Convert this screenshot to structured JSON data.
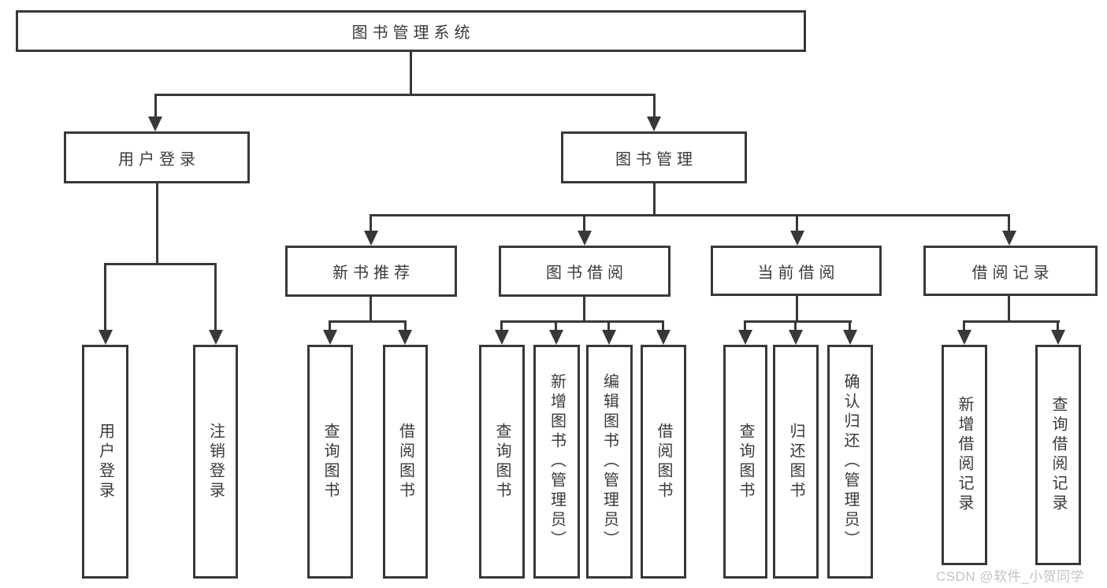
{
  "tree": {
    "root": {
      "label": "图书管理系统",
      "children": [
        {
          "label": "用户登录",
          "children": [
            {
              "label": "用户登录"
            },
            {
              "label": "注销登录"
            }
          ]
        },
        {
          "label": "图书管理",
          "children": [
            {
              "label": "新书推荐",
              "children": [
                {
                  "label": "查询图书"
                },
                {
                  "label": "借阅图书"
                }
              ]
            },
            {
              "label": "图书借阅",
              "children": [
                {
                  "label": "查询图书"
                },
                {
                  "label": "新增图书（管理员）"
                },
                {
                  "label": "编辑图书（管理员）"
                },
                {
                  "label": "借阅图书"
                }
              ]
            },
            {
              "label": "当前借阅",
              "children": [
                {
                  "label": "查询图书"
                },
                {
                  "label": "归还图书"
                },
                {
                  "label": "确认归还（管理员）"
                }
              ]
            },
            {
              "label": "借阅记录",
              "children": [
                {
                  "label": "新增借阅记录"
                },
                {
                  "label": "查询借阅记录"
                }
              ]
            }
          ]
        }
      ]
    }
  },
  "watermark": {
    "text": "CSDN @软件_小贺同学"
  },
  "colors": {
    "line": "#383838",
    "text": "#3a3a3a",
    "watermark": "#c3c3c3",
    "background": "#ffffff"
  }
}
